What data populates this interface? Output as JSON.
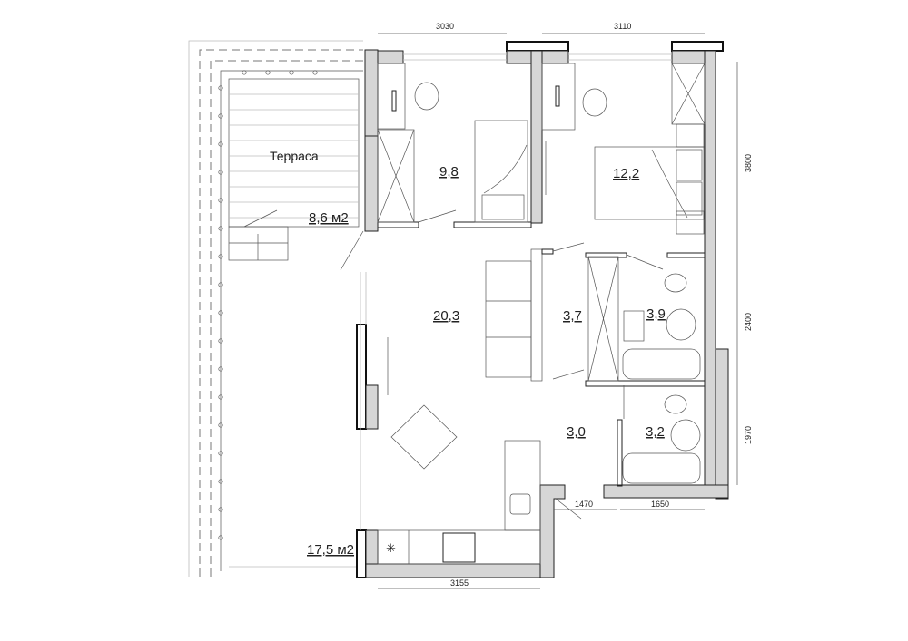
{
  "rooms": {
    "terrace_label": "Терраса",
    "terrace_area": "8,6 м2",
    "bedroom1": "9,8",
    "bedroom2": "12,2",
    "living": "20,3",
    "wardrobe": "3,7",
    "bath1": "3,9",
    "hall": "3,0",
    "bath2": "3,2",
    "balcony_area": "17,5 м2"
  },
  "dimensions": {
    "top_left": "3030",
    "top_right": "3110",
    "right_top": "3800",
    "right_mid": "2400",
    "right_bottom": "1970",
    "bottom_entry": "1470",
    "bottom_bath": "1650",
    "bottom_kitchen": "3155"
  }
}
